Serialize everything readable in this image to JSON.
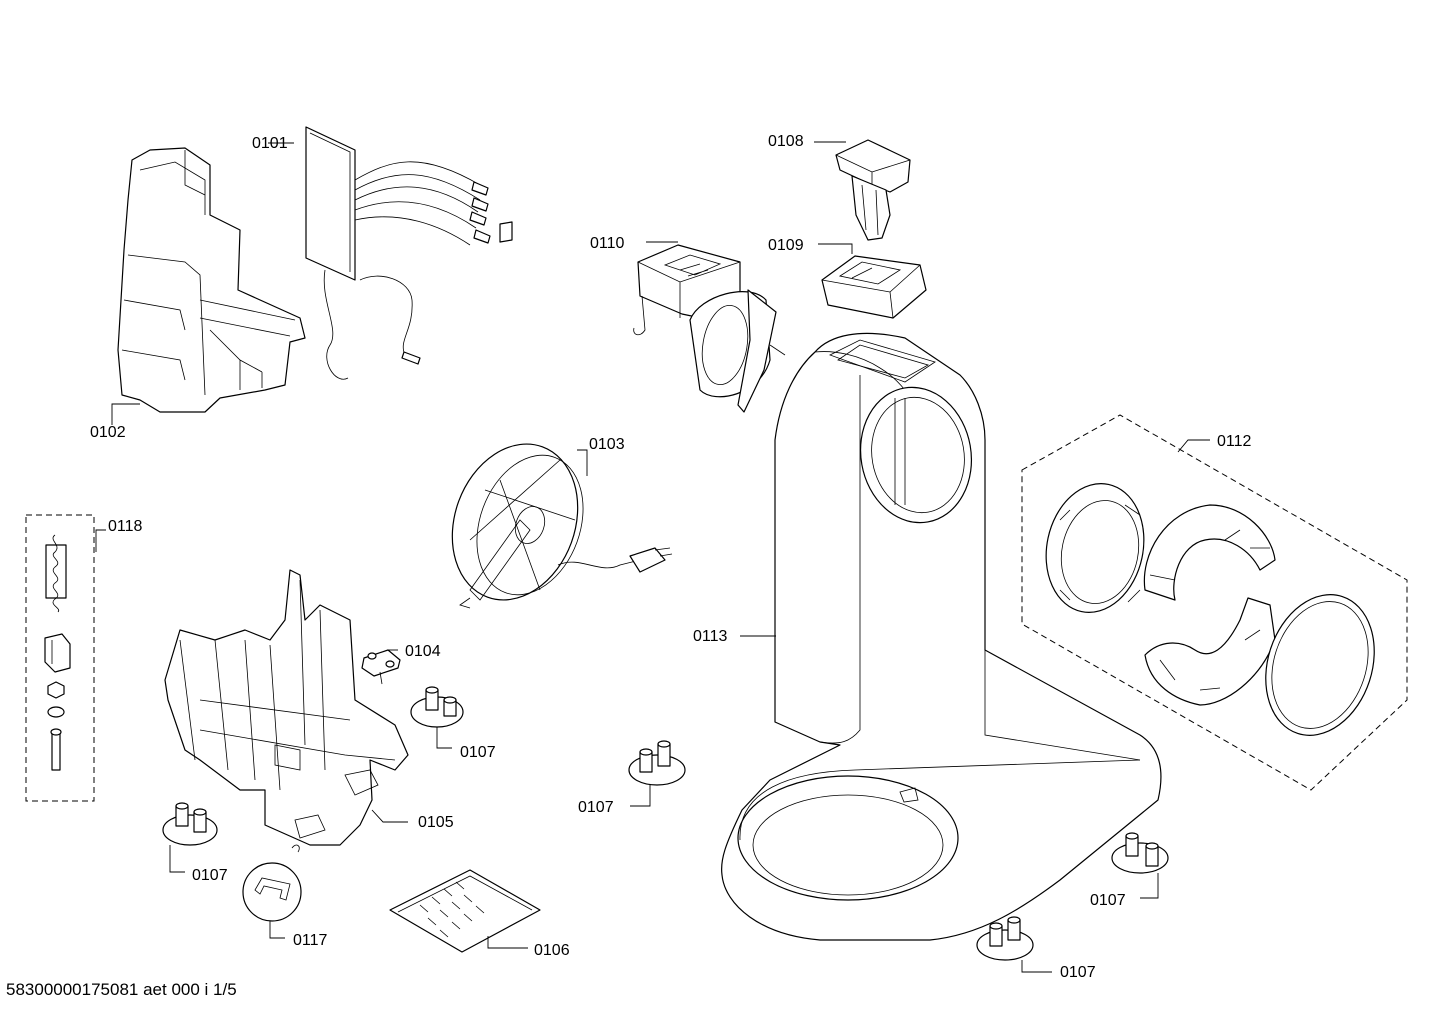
{
  "labels": {
    "p0101": "0101",
    "p0102": "0102",
    "p0103": "0103",
    "p0104": "0104",
    "p0105": "0105",
    "p0106": "0106",
    "p0107": "0107",
    "p0108": "0108",
    "p0109": "0109",
    "p0110": "0110",
    "p0112": "0112",
    "p0113": "0113",
    "p0117": "0117",
    "p0118": "0118"
  },
  "footer": "58300000175081 aet 000 i 1/5"
}
